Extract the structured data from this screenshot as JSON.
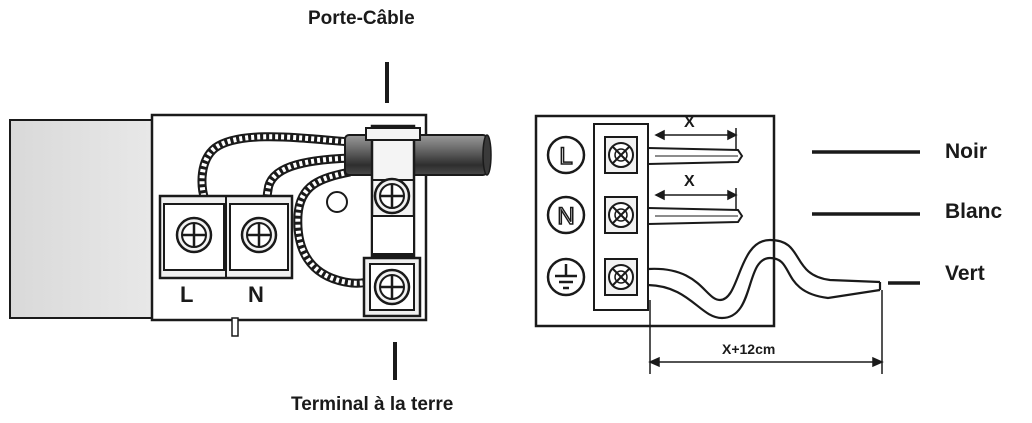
{
  "labels": {
    "cable_holder": "Porte-Câble",
    "ground_terminal": "Terminal à la terre",
    "wire_black": "Noir",
    "wire_white": "Blanc",
    "wire_green": "Vert",
    "terminal_l": "L",
    "terminal_n": "N",
    "strip_length_l": "X",
    "strip_length_n": "X",
    "ground_length": "X+12cm"
  },
  "schematic_symbols": {
    "line": "L",
    "neutral": "N"
  },
  "icons": [
    "screw-icon",
    "ground-symbol-icon"
  ],
  "colors": {
    "line": "#1a1a1a",
    "housing": "#e6e6e6",
    "cable": "#555555",
    "background": "#ffffff"
  }
}
